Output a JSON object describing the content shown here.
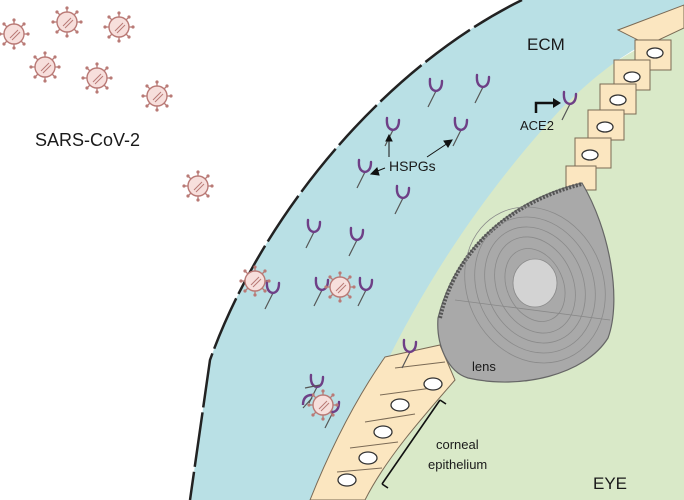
{
  "labels": {
    "virus": "SARS-CoV-2",
    "ecm": "ECM",
    "ace2": "ACE2",
    "hspgs": "HSPGs",
    "lens": "lens",
    "epithelium_line1": "corneal",
    "epithelium_line2": "epithelium",
    "eye": "EYE"
  },
  "colors": {
    "ecm_fill": "#b9e0e5",
    "eye_fill": "#d9e9c8",
    "cell_fill": "#fbe6c0",
    "cell_stroke": "#7a6a55",
    "lens_fill": "#a9a9a9",
    "receptor": "#6e3f86",
    "virus_fill": "#f7dfdc",
    "virus_stroke": "#b97a76",
    "text": "#1a1a1a"
  },
  "icons": {
    "virus": "virus-particle-icon",
    "receptor": "receptor-y-icon",
    "arrow": "bent-arrow-icon"
  }
}
